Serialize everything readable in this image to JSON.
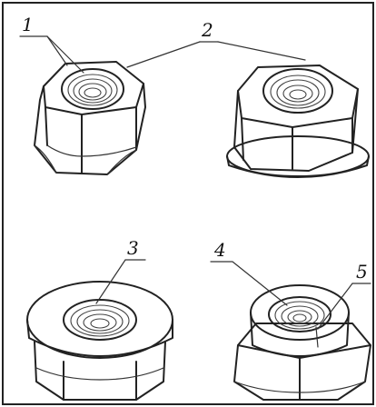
{
  "diagram": {
    "callouts": [
      {
        "id": "1",
        "label": "1"
      },
      {
        "id": "2",
        "label": "2"
      },
      {
        "id": "3",
        "label": "3"
      },
      {
        "id": "4",
        "label": "4"
      },
      {
        "id": "5",
        "label": "5"
      }
    ],
    "colors": {
      "ink": "#222222",
      "background": "#ffffff"
    }
  }
}
